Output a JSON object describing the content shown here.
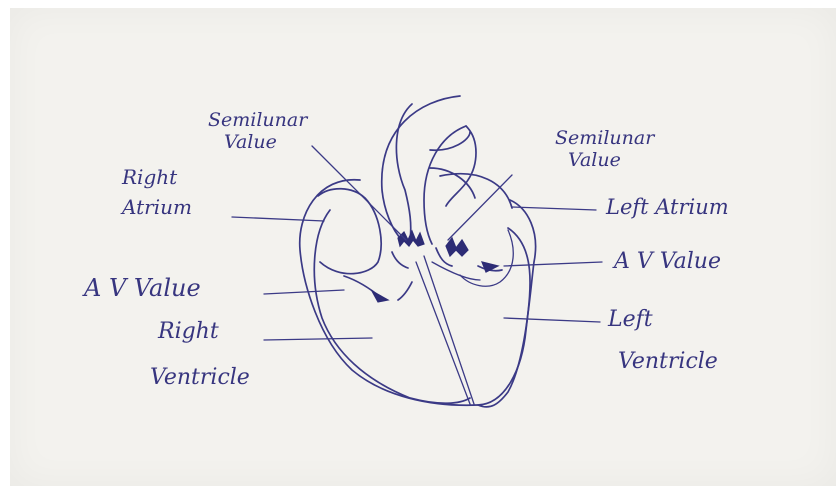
{
  "labels": {
    "semilunar_left_line1": "Semilunar",
    "semilunar_left_line2": "Value",
    "semilunar_right_line1": "Semilunar",
    "semilunar_right_line2": "Value",
    "right_atrium_line1": "Right",
    "right_atrium_line2": "Atrium",
    "left_atrium": "Left Atrium",
    "av_valve_left": "A V Value",
    "av_valve_right": "A V Value",
    "right_ventricle_line1": "Right",
    "right_ventricle_line2": "Ventricle",
    "left_ventricle_line1": "Left",
    "left_ventricle_line2": "Ventricle"
  },
  "colors": {
    "ink": "#3b3a86",
    "paper": "#f3f2ee"
  }
}
